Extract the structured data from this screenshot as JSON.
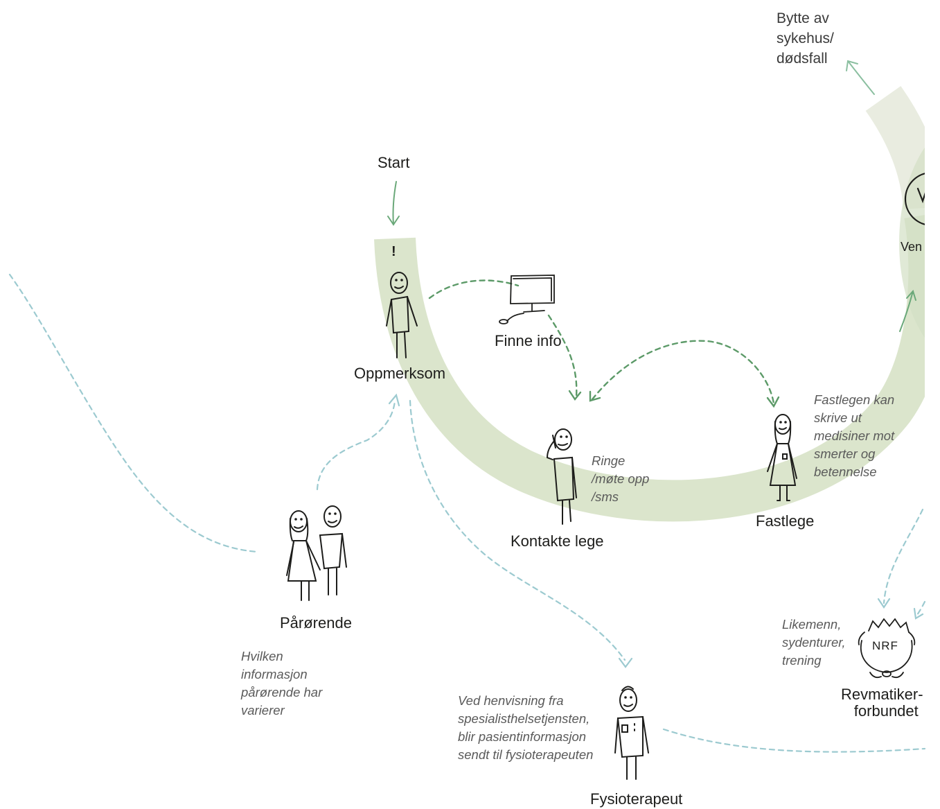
{
  "labels": {
    "start": "Start",
    "oppmerksom": "Oppmerksom",
    "finne_info": "Finne info",
    "kontakte_lege": "Kontakte lege",
    "fastlege": "Fastlege",
    "parorende": "Pårørende",
    "fysioterapeut": "Fysioterapeut",
    "revmatiker_line1": "Revmatiker-",
    "revmatiker_line2": "forbundet",
    "venter_partial": "Ven",
    "exclamation": "!",
    "nrf": "NRF"
  },
  "top_note": [
    "Bytte av",
    "sykehus/",
    "dødsfall"
  ],
  "notes": {
    "ringe": [
      "Ringe",
      "/møte opp",
      "/sms"
    ],
    "fastlegen": [
      "Fastlegen kan",
      "skrive ut",
      "medisiner mot",
      "smerter og",
      "betennelse"
    ],
    "parorende": [
      "Hvilken",
      "informasjon",
      "pårørende har",
      "varierer"
    ],
    "henvisning": [
      "Ved henvisning fra",
      "spesialisthelsetjensten,",
      "blir pasientinformasjon",
      "sendt til fysioterapeuten"
    ],
    "likemenn": [
      "Likemenn,",
      "sydenturer,",
      "trening"
    ]
  },
  "colors": {
    "journey_band": "#dbe5cc",
    "outer_band": "#e9ece0",
    "green_arrow": "#6aa879",
    "dashed_green": "#5c9a68",
    "dashed_blue": "#9ccad0",
    "ink": "#1d1d1b"
  }
}
